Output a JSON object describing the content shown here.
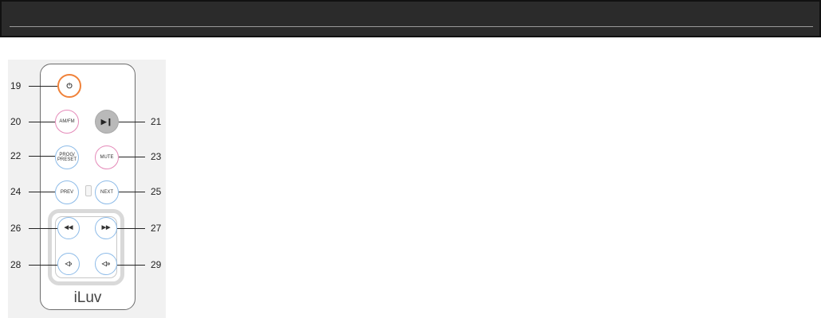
{
  "header": {},
  "remote": {
    "brand": "iLuv",
    "buttons": {
      "power": {
        "icon": "power-icon",
        "symbol": "⏻"
      },
      "am_fm": {
        "label": "AM/FM"
      },
      "play_pause": {
        "icon": "play-pause-icon",
        "symbol": "▶❙"
      },
      "prog_preset": {
        "label": "PROG/\nPRESET"
      },
      "mute": {
        "label": "MUTE"
      },
      "prev": {
        "label": "PREV"
      },
      "next": {
        "label": "NEXT"
      },
      "rewind": {
        "icon": "rewind-icon",
        "symbol": "◀◀"
      },
      "fast_forward": {
        "icon": "fast-forward-icon",
        "symbol": "▶▶"
      },
      "volume_down": {
        "icon": "volume-down-icon",
        "symbol": "◁›"
      },
      "volume_up": {
        "icon": "volume-up-icon",
        "symbol": "◁»"
      }
    },
    "colors": {
      "power_ring": "#f0823a",
      "pink_ring": "#e58ab9",
      "blue_ring": "#8dbbe8",
      "play_fill": "#b9b9b9"
    }
  },
  "callouts": {
    "c19": "19",
    "c20": "20",
    "c21": "21",
    "c22": "22",
    "c23": "23",
    "c24": "24",
    "c25": "25",
    "c26": "26",
    "c27": "27",
    "c28": "28",
    "c29": "29"
  }
}
